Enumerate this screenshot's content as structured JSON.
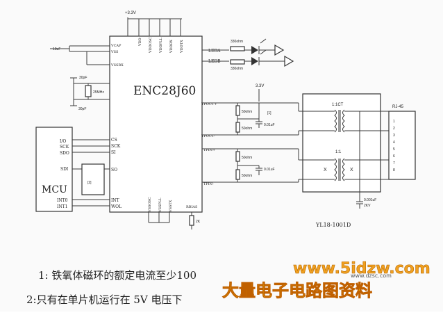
{
  "power": {
    "vcc_label": "+3.3V",
    "vcc_label_2": "3.3V"
  },
  "enc": {
    "title": "ENC28J60",
    "pins_left_top": [
      "VCAP",
      "VSS",
      "VSSRX"
    ],
    "pins_top": [
      "VDD",
      "VDDOSC",
      "VDDPLL",
      "VDDRX",
      "VDDTX"
    ],
    "pins_right": [
      "LEDA",
      "LEDB",
      "TPOUT+",
      "TPOUT-",
      "TPIN+",
      "TPIN-"
    ],
    "pins_left_mcu": [
      "CS",
      "SCK",
      "SI",
      "SO",
      "INT",
      "WOL"
    ],
    "pins_bottom": [
      "VSSOSC",
      "VSSPLL",
      "VSSTX"
    ],
    "rbias_label": "RBIAS"
  },
  "mcu": {
    "label": "MCU",
    "pins": [
      "I/O",
      "SCK",
      "SDO",
      "SDI",
      "INT0",
      "INT1"
    ],
    "note2_label": "[2]"
  },
  "components": {
    "cap_vcap": "10uF",
    "cap_osc_top": "30pF",
    "cap_osc_bottom": "30pF",
    "crystal": "25MHz",
    "led_res_a": "330ohm",
    "led_res_b": "330ohm",
    "rbias_res": "2K",
    "r_tx_a": "50ohm",
    "r_tx_b": "50ohm",
    "c_tx": "0.01uF",
    "r_rx_a": "50ohm",
    "r_rx_b": "50ohm",
    "c_rx": "0.01uF",
    "note1_label": "[1]",
    "c_shield": "0.001uF",
    "c_shield_v": "2KV"
  },
  "transformer": {
    "ratio_tx": "1:1CT",
    "ratio_rx": "1:1",
    "part": "YL18-1001D"
  },
  "rj45": {
    "label": "RJ-45",
    "pins": [
      "1",
      "2",
      "3",
      "4",
      "5",
      "6",
      "7",
      "8"
    ]
  },
  "notes": {
    "note1": "1: 铁氧体磁环的额定电流至少100",
    "note2": "2:只有在单片机运行在 5V 电压下"
  },
  "watermark": {
    "url": "www.5idzw.com",
    "small_url": "www.dzsc.com",
    "text": "大量电子电路图资料"
  }
}
